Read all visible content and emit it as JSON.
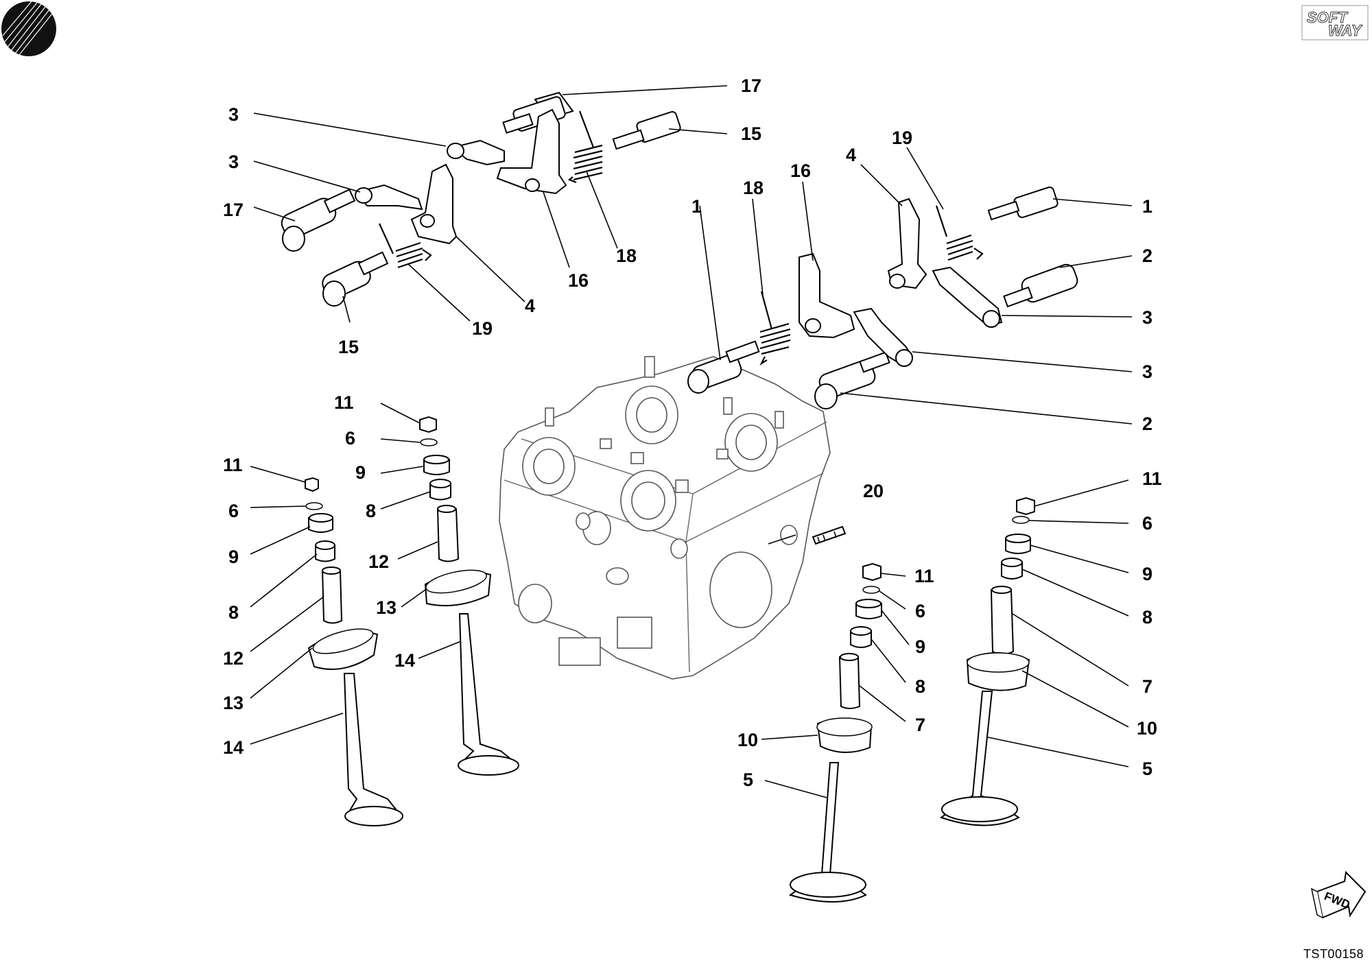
{
  "logo": {
    "line1": "SOFT",
    "line2": "WAY"
  },
  "direction_badge": {
    "text": "FWD"
  },
  "reference_code": "TST00158",
  "callouts": {
    "c17a": "17",
    "c15a": "15",
    "c3a": "3",
    "c3b": "3",
    "c17b": "17",
    "c15b": "15",
    "c19a": "19",
    "c4a": "4",
    "c16a": "16",
    "c18a": "18",
    "c1a": "1",
    "c18b": "18",
    "c16b": "16",
    "c4b": "4",
    "c19b": "19",
    "c1b": "1",
    "c2a": "2",
    "c3c": "3",
    "c3d": "3",
    "c2b": "2",
    "c11a": "11",
    "c6a": "6",
    "c9a": "9",
    "c8a": "8",
    "c12a": "12",
    "c13a": "13",
    "c14a": "14",
    "c11b": "11",
    "c6b": "6",
    "c9b": "9",
    "c8b": "8",
    "c12b": "12",
    "c13b": "13",
    "c14b": "14",
    "c20": "20",
    "c11c": "11",
    "c6c": "6",
    "c9c": "9",
    "c8c": "8",
    "c7a": "7",
    "c10a": "10",
    "c5a": "5",
    "c11d": "11",
    "c6d": "6",
    "c9d": "9",
    "c8d": "8",
    "c7b": "7",
    "c10b": "10",
    "c5b": "5"
  }
}
